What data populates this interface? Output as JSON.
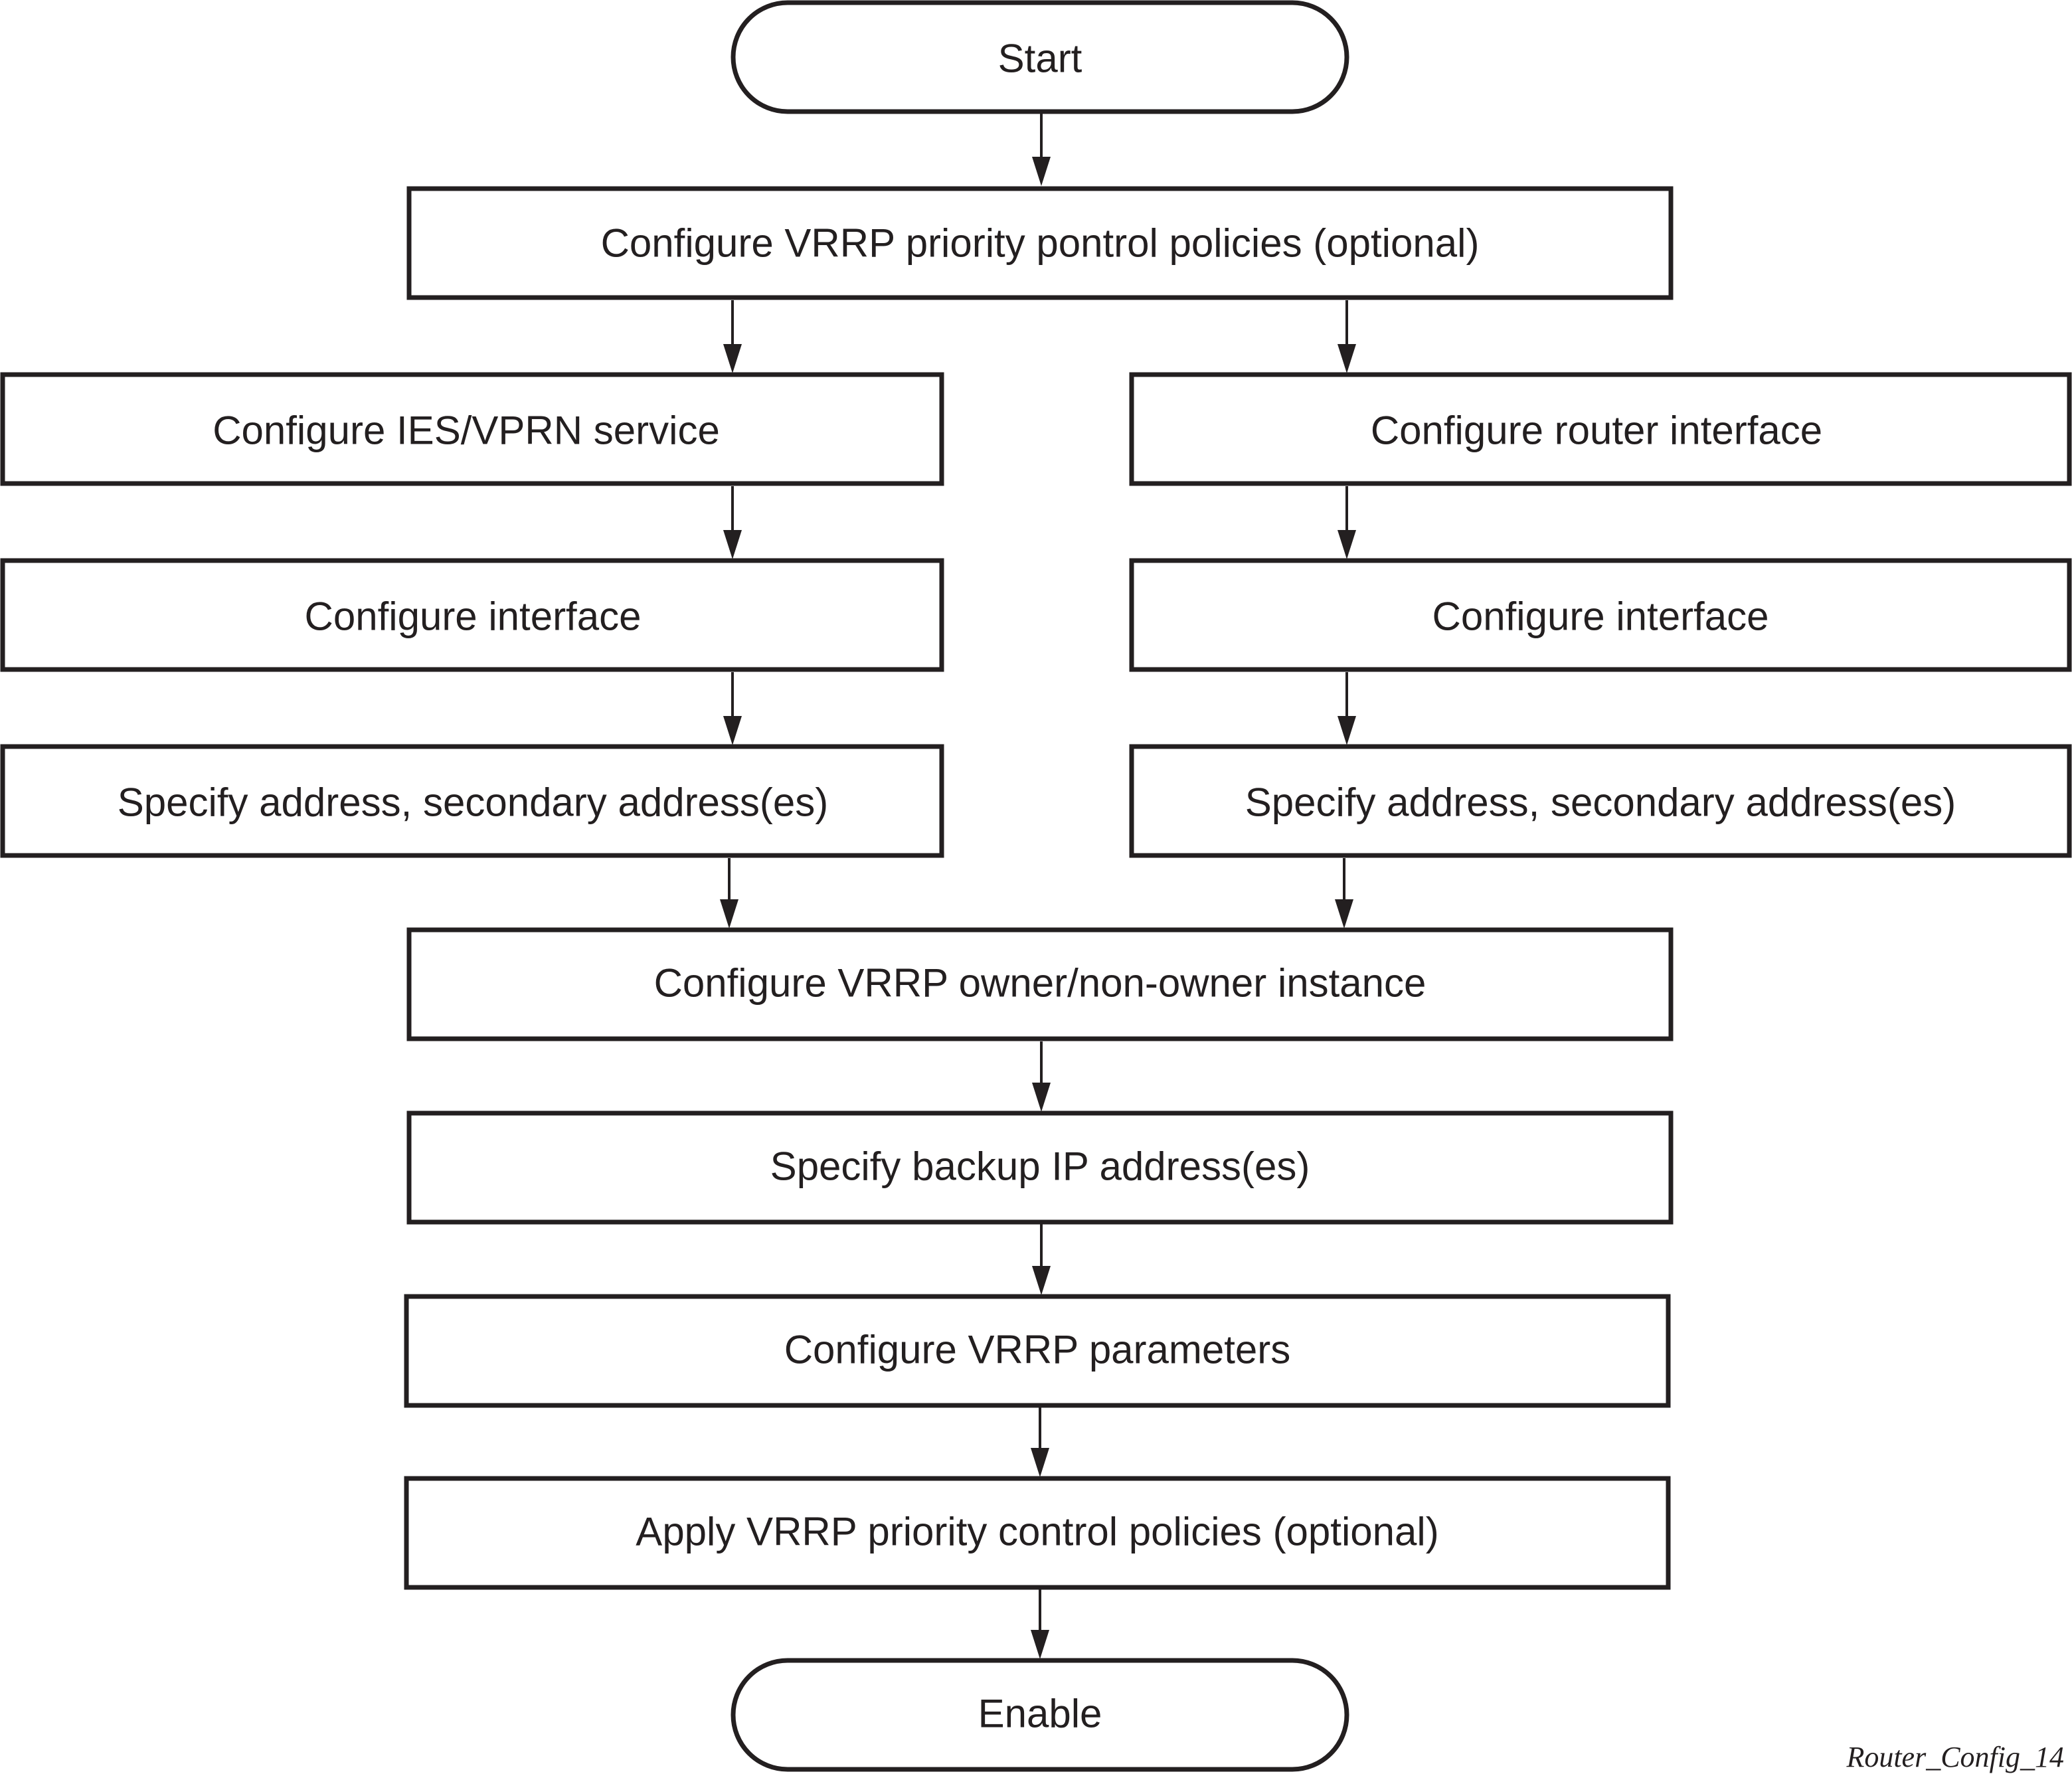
{
  "nodes": {
    "start": "Start",
    "priority_policies": "Configure VRRP priority pontrol policies (optional)",
    "ies_vprn_service": "Configure IES/VPRN service",
    "router_interface": "Configure router interface",
    "left_interface": "Configure interface",
    "right_interface": "Configure interface",
    "left_address": "Specify address, secondary address(es)",
    "right_address": "Specify address, secondary address(es)",
    "vrrp_instance": "Configure VRRP owner/non-owner instance",
    "backup_ip": "Specify backup IP address(es)",
    "vrrp_parameters": "Configure VRRP parameters",
    "apply_policies": "Apply VRRP priority control policies (optional)",
    "enable": "Enable"
  },
  "caption": "Router_Config_14",
  "colors": {
    "line": "#231f20",
    "background": "#ffffff"
  }
}
